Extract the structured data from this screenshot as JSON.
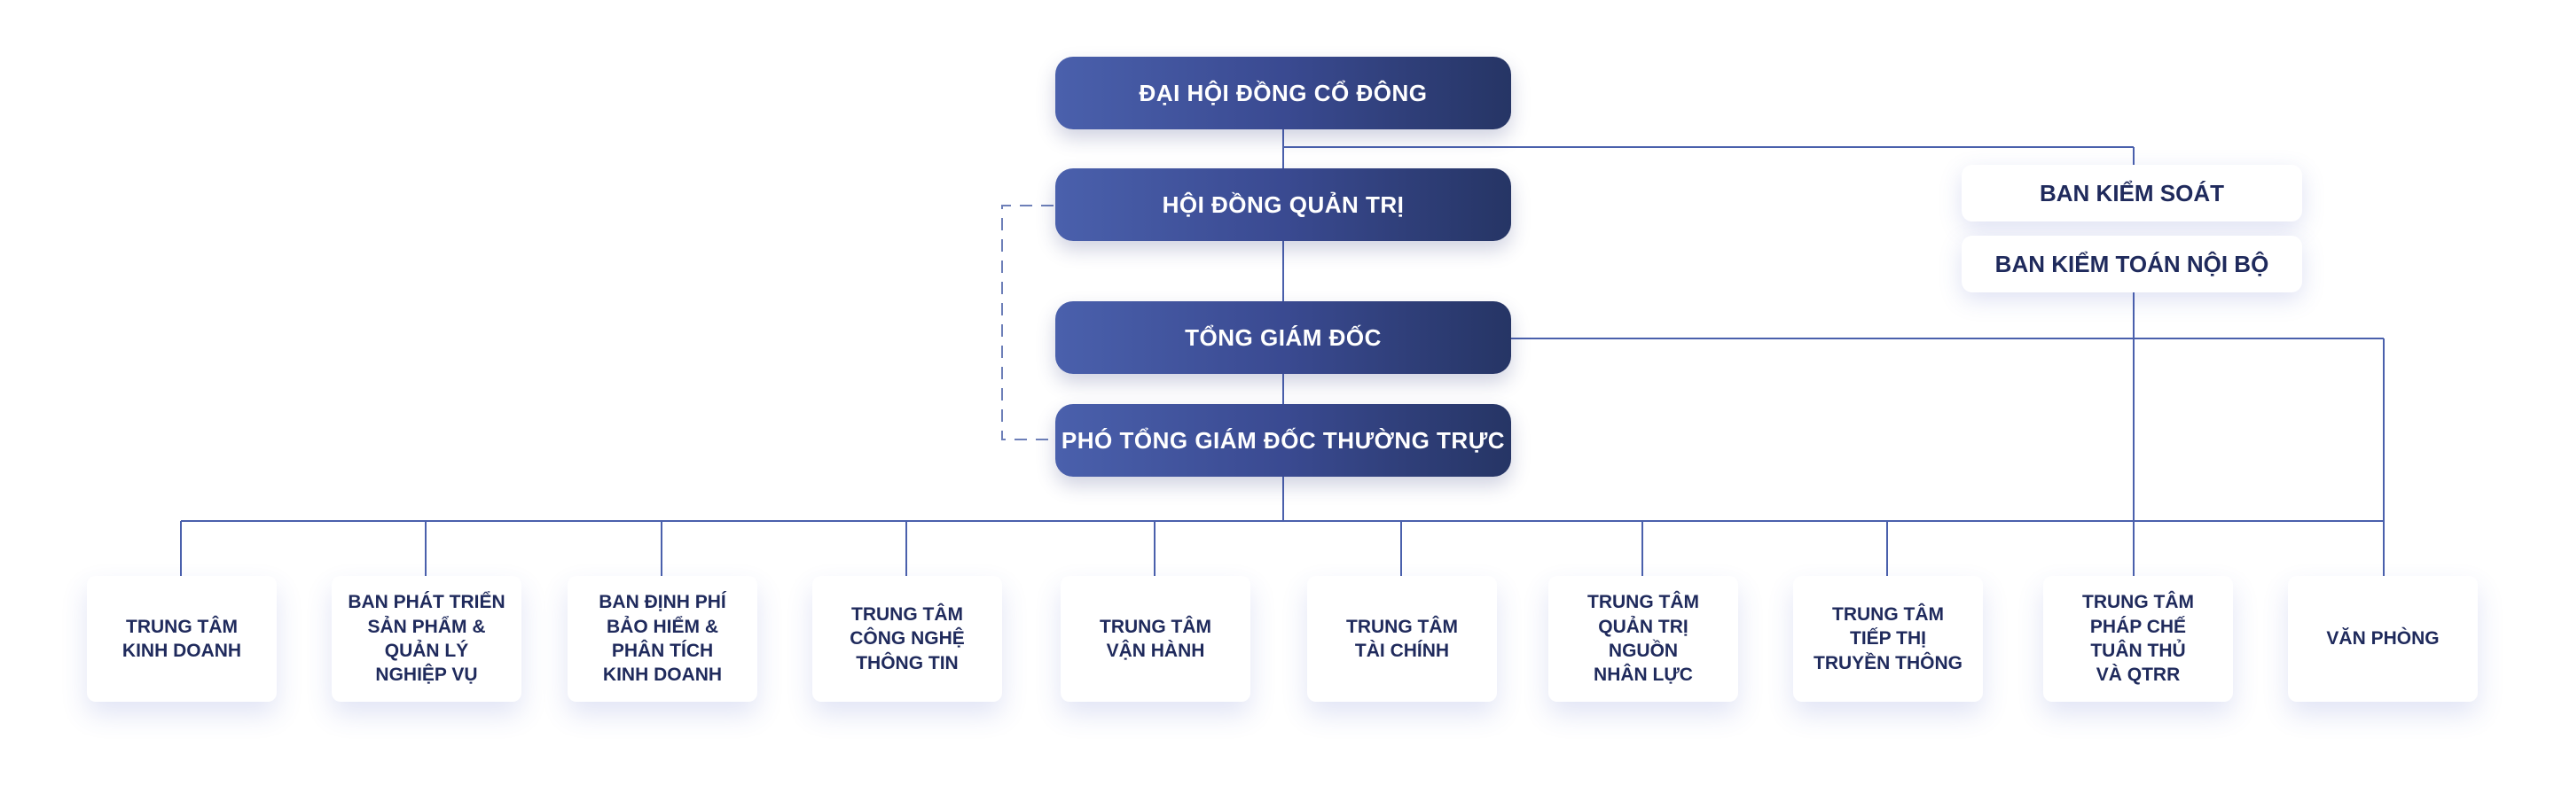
{
  "nodes": {
    "dhdcd": "ĐẠI HỘI ĐỒNG CỔ ĐÔNG",
    "hdqt": "HỘI ĐỒNG QUẢN TRỊ",
    "tgd": "TỔNG GIÁM ĐỐC",
    "ptgd": "PHÓ TỔNG GIÁM ĐỐC THƯỜNG TRỰC",
    "bks": "BAN KIỂM SOÁT",
    "bktnb": "BAN KIỂM TOÁN NỘI BỘ"
  },
  "units": [
    "TRUNG TÂM\nKINH DOANH",
    "BAN PHÁT TRIỂN\nSẢN PHẨM &\nQUẢN LÝ\nNGHIỆP VỤ",
    "BAN ĐỊNH PHÍ\nBẢO HIỂM &\nPHÂN TÍCH\nKINH DOANH",
    "TRUNG TÂM\nCÔNG NGHỆ\nTHÔNG TIN",
    "TRUNG TÂM\nVẬN HÀNH",
    "TRUNG TÂM\nTÀI CHÍNH",
    "TRUNG TÂM\nQUẢN TRỊ\nNGUỒN\nNHÂN LỰC",
    "TRUNG TÂM\nTIẾP THỊ\nTRUYỀN THÔNG",
    "TRUNG TÂM\nPHÁP CHẾ\nTUÂN THỦ\nVÀ QTRR",
    "VĂN PHÒNG"
  ],
  "colors": {
    "line": "#4a60ac",
    "node_dark": "#263565",
    "node_light": "#4a60ac",
    "text_dark": "#1f2a5c"
  }
}
